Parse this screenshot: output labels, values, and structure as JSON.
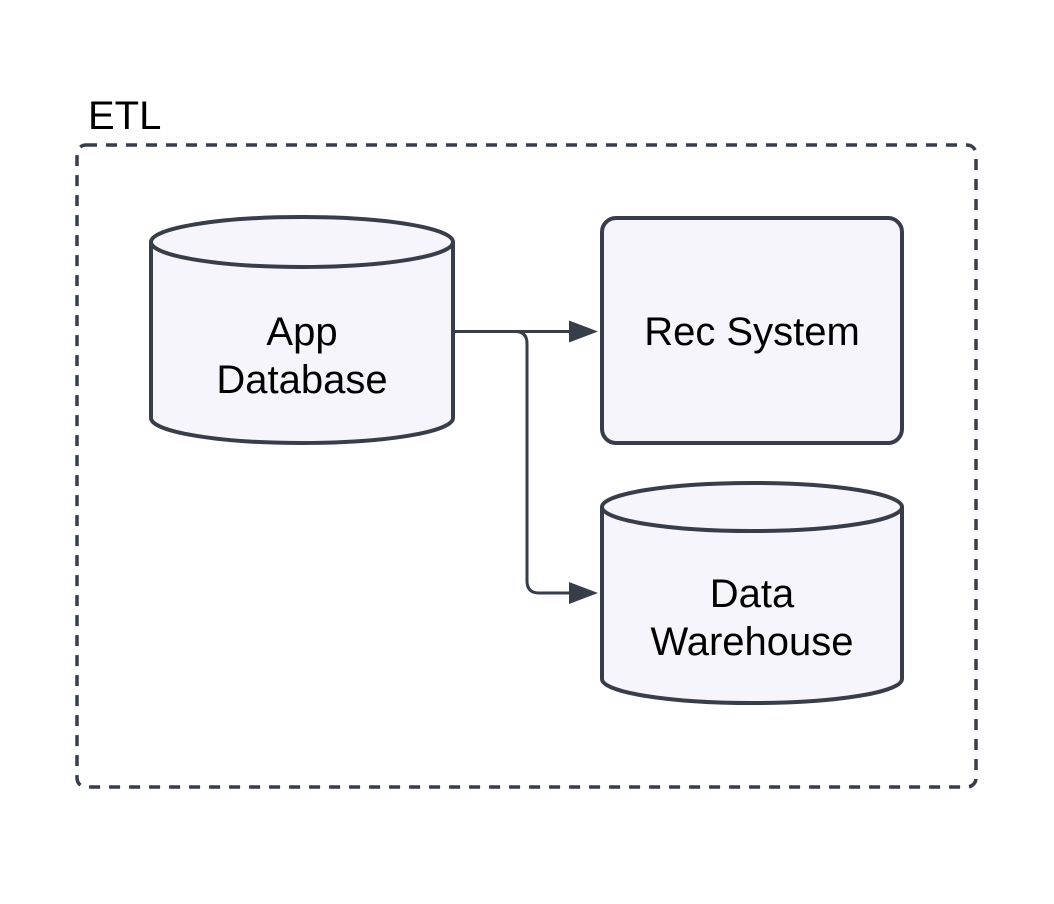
{
  "diagram": {
    "type": "flowchart",
    "cluster": {
      "label": "ETL"
    },
    "nodes": [
      {
        "id": "app-database",
        "label": "App Database",
        "lines": [
          "App",
          "Database"
        ],
        "shape": "cylinder"
      },
      {
        "id": "rec-system",
        "label": "Rec System",
        "lines": [
          "Rec System"
        ],
        "shape": "rounded-rectangle"
      },
      {
        "id": "data-warehouse",
        "label": "Data Warehouse",
        "lines": [
          "Data",
          "Warehouse"
        ],
        "shape": "cylinder"
      }
    ],
    "edges": [
      {
        "from": "App Database",
        "to": "Rec System",
        "arrow": "triangle"
      },
      {
        "from": "App Database",
        "to": "Data Warehouse",
        "arrow": "triangle"
      }
    ],
    "colors": {
      "background": "#FFFFFF",
      "node_fill": "#F5F5FB",
      "node_stroke": "#373E4A",
      "edge_stroke": "#373E4A",
      "cluster_stroke": "#373E4A",
      "label_text": "#000000"
    }
  }
}
